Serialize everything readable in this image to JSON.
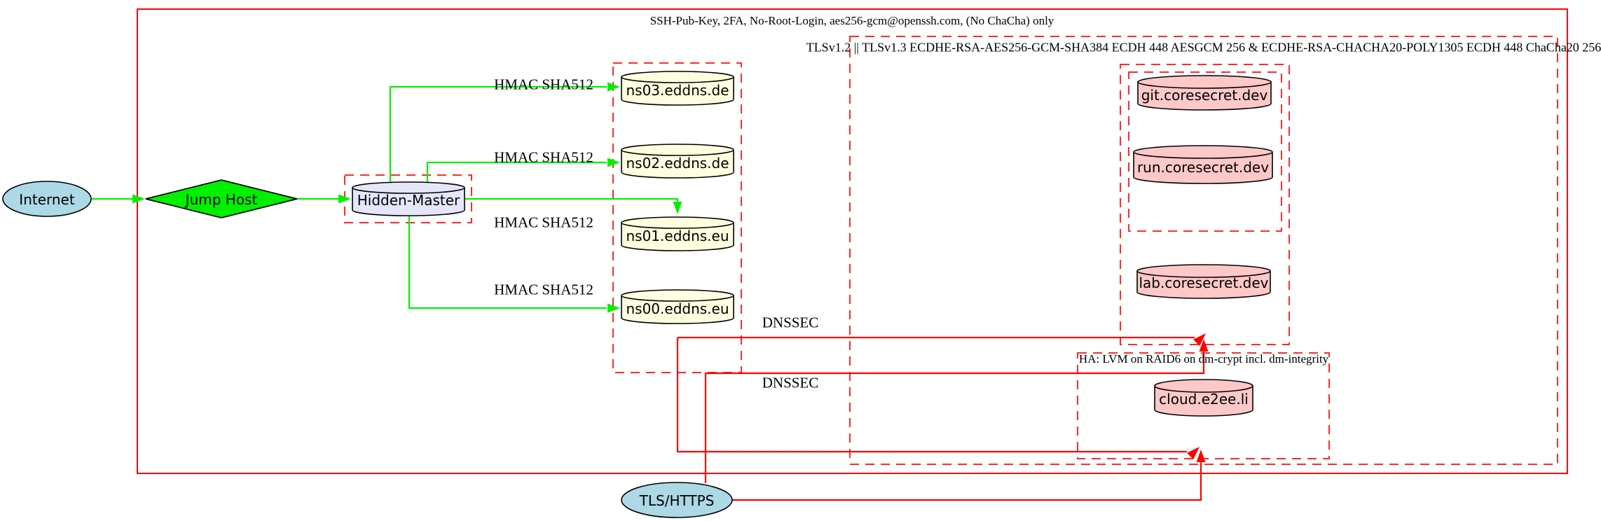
{
  "colors": {
    "outer_border_red": "#ff0000",
    "cluster_border_red": "#ff2b2b",
    "edge_green": "#00f000",
    "edge_red": "#ff0000",
    "fill_internet": "#add8e6",
    "fill_jump_host": "#00f000",
    "fill_hidden_master": "#e6e6fa",
    "fill_dns": "#ffffe0",
    "fill_web": "#ffc8c8",
    "label_black": "#000000"
  },
  "clusters": {
    "ssh_policy": {
      "label": "SSH-Pub-Key, 2FA, No-Root-Login, aes256-gcm@openssh.com, (No ChaCha) only"
    },
    "tls_policy": {
      "label": "TLSv1.2 || TLSv1.3 ECDHE-RSA-AES256-GCM-SHA384 ECDH 448 AESGCM 256 & ECDHE-RSA-CHACHA20-POLY1305 ECDH 448 ChaCha20 256"
    },
    "ha": {
      "label": "HA: LVM on RAID6 on dm-crypt incl. dm-integrity"
    }
  },
  "nodes": {
    "internet": {
      "label": "Internet",
      "shape": "ellipse"
    },
    "jump_host": {
      "label": "Jump Host",
      "shape": "diamond"
    },
    "hidden_master": {
      "label": "Hidden-Master",
      "shape": "cylinder"
    },
    "ns03": {
      "label": "ns03.eddns.de",
      "shape": "cylinder"
    },
    "ns02": {
      "label": "ns02.eddns.de",
      "shape": "cylinder"
    },
    "ns01": {
      "label": "ns01.eddns.eu",
      "shape": "cylinder"
    },
    "ns00": {
      "label": "ns00.eddns.eu",
      "shape": "cylinder"
    },
    "git": {
      "label": "git.coresecret.dev",
      "shape": "cylinder"
    },
    "run": {
      "label": "run.coresecret.dev",
      "shape": "cylinder"
    },
    "lab": {
      "label": "lab.coresecret.dev",
      "shape": "cylinder"
    },
    "cloud": {
      "label": "cloud.e2ee.li",
      "shape": "cylinder"
    },
    "tls_https": {
      "label": "TLS/HTTPS",
      "shape": "ellipse"
    }
  },
  "edges": {
    "hmac1": {
      "label": "HMAC SHA512"
    },
    "hmac2": {
      "label": "HMAC SHA512"
    },
    "hmac3": {
      "label": "HMAC SHA512"
    },
    "hmac4": {
      "label": "HMAC SHA512"
    },
    "dnssec1": {
      "label": "DNSSEC"
    },
    "dnssec2": {
      "label": "DNSSEC"
    }
  }
}
